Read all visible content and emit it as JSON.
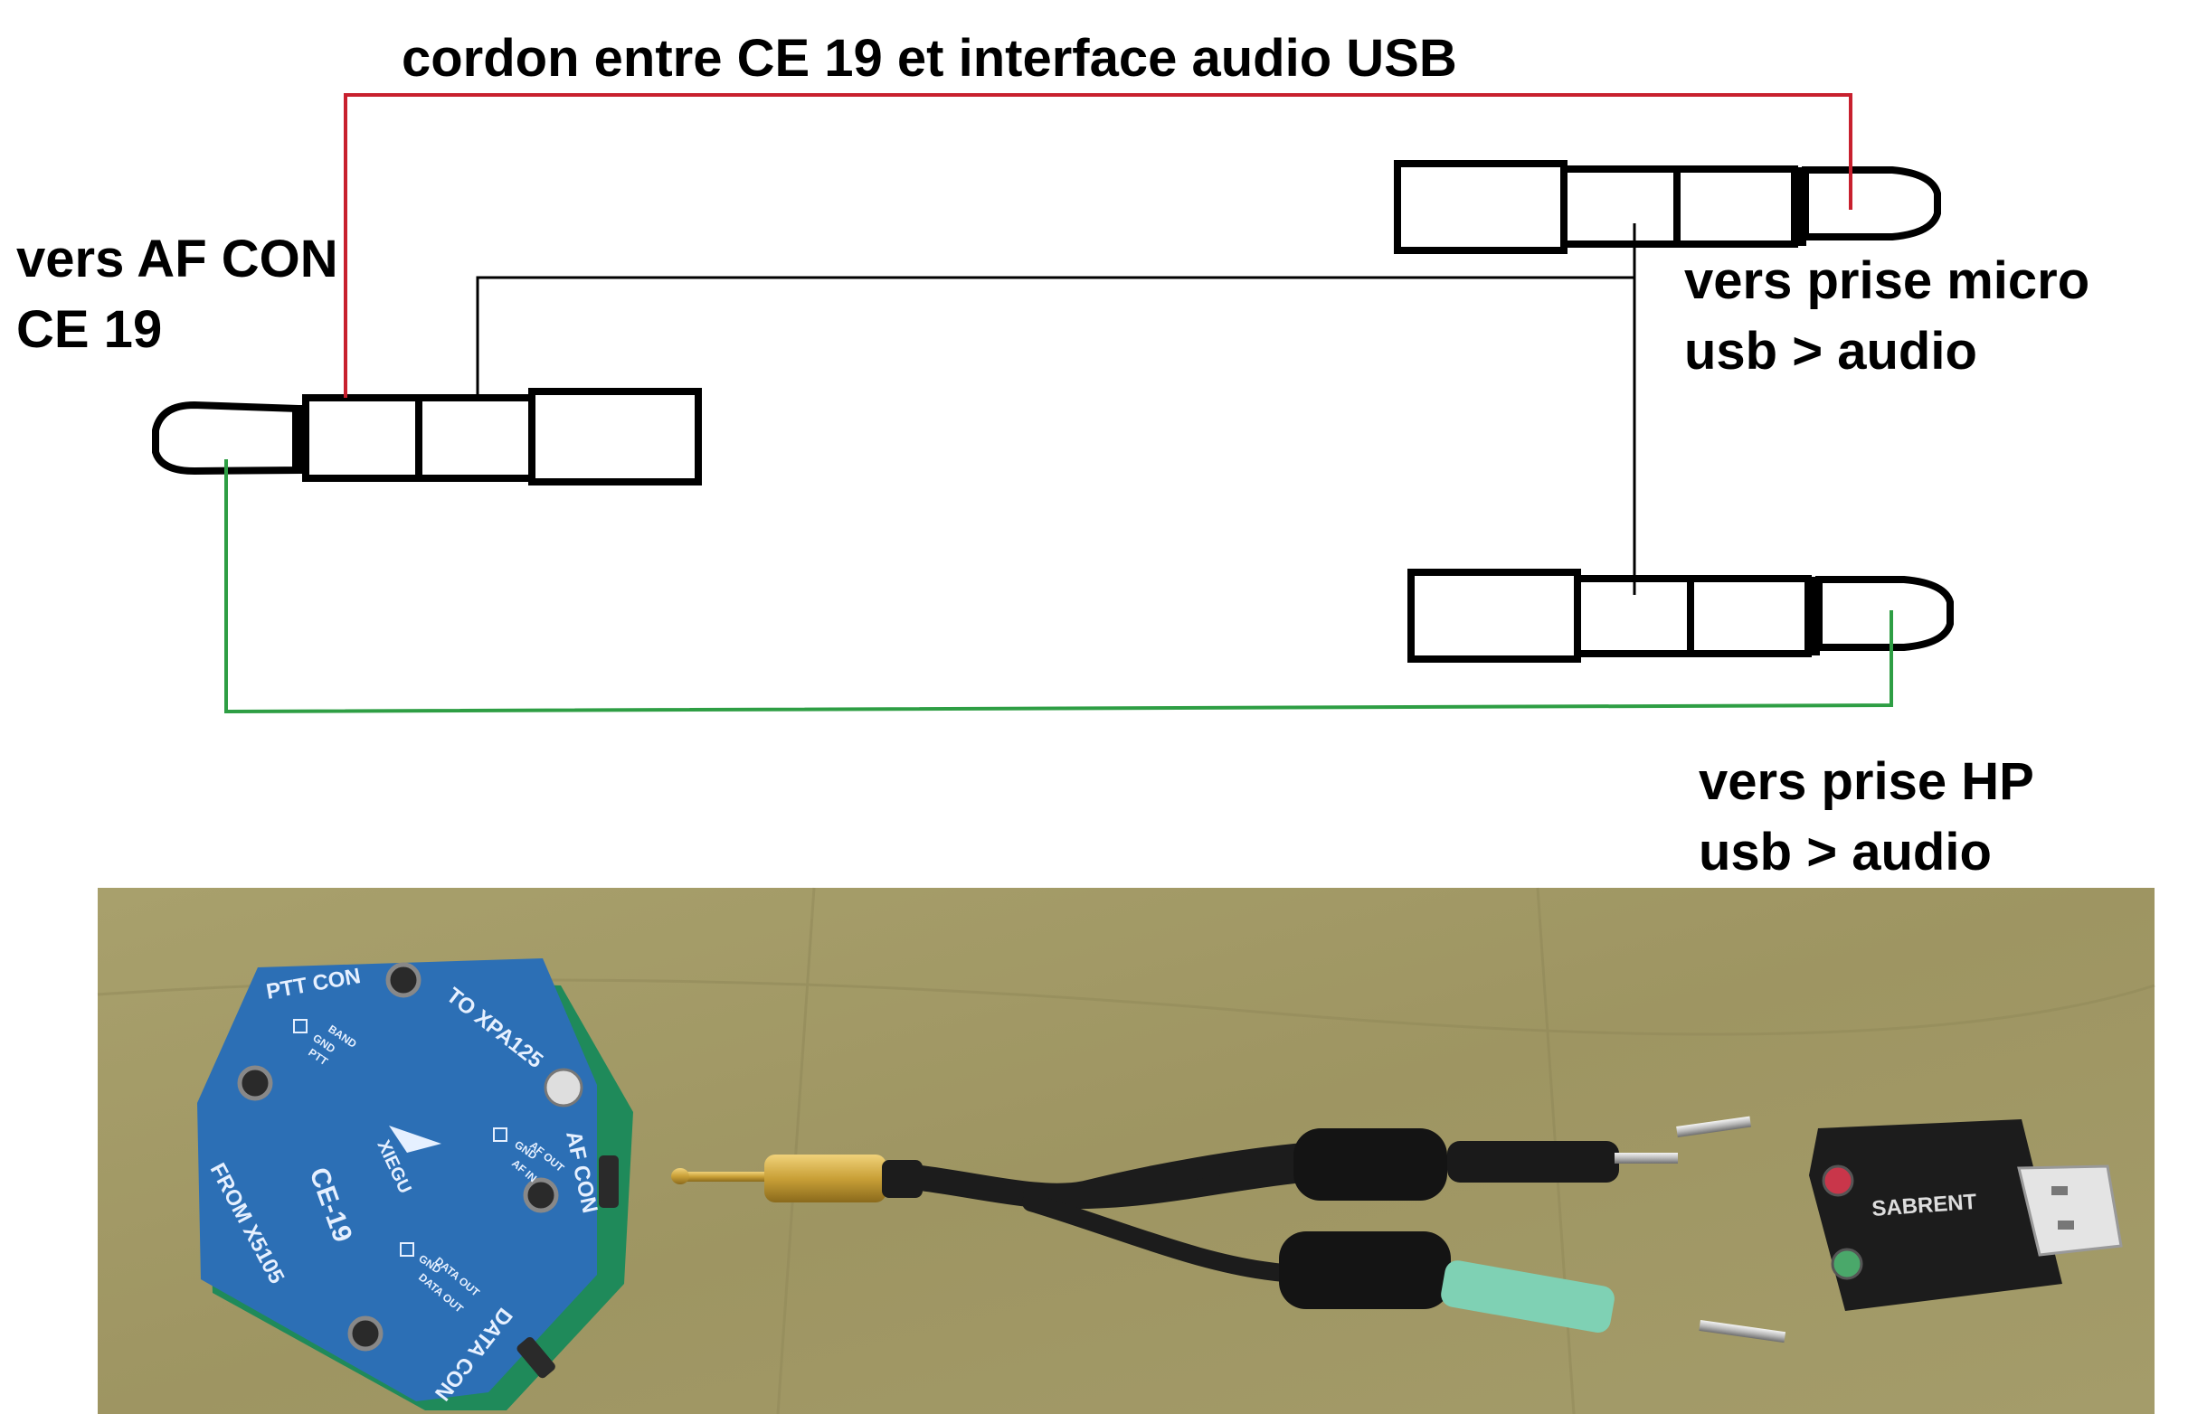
{
  "diagram": {
    "title": "cordon entre CE 19 et interface audio USB",
    "labels": {
      "af_con_line1": "vers AF CON",
      "af_con_line2": "CE 19",
      "micro_line1": "vers prise micro",
      "micro_line2": "usb > audio",
      "hp_line1": "vers prise HP",
      "hp_line2": "usb > audio"
    },
    "wire_colors": {
      "tip_wire": "#c8202e",
      "ring_wire": "#2e9e44",
      "ground_wire": "#000000"
    }
  },
  "photo": {
    "board": {
      "ptt_con": "PTT CON",
      "to_xpa": "TO XPA125",
      "af_con": "AF CON",
      "data_con": "DATA CON",
      "from_x5105": "FROM X5105",
      "model": "CE-19",
      "brand": "XIEGU",
      "gnd1": "GND",
      "band": "BAND",
      "ptt": "PTT",
      "gnd2": "GND",
      "af_out": "AF OUT",
      "af_in": "AF IN",
      "gnd3": "GND",
      "data_out1": "DATA OUT",
      "data_out2": "DATA OUT"
    },
    "adapter_brand": "SABRENT",
    "colors": {
      "floor": "#a39a66",
      "board": "#2c6fb5",
      "pcb_green": "#1f8a5a",
      "jack_gold": "#c9a037",
      "jack_mint": "#7fd1b4",
      "adapter_body": "#1c1c1c"
    }
  }
}
